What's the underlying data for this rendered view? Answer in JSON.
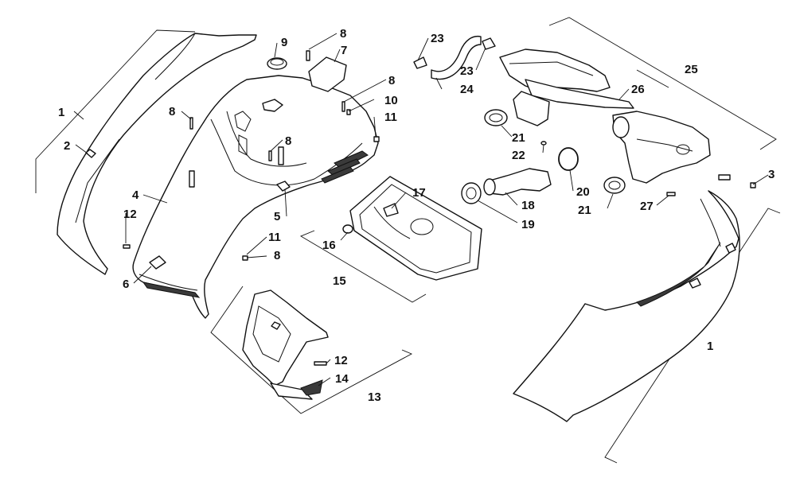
{
  "diagram": {
    "callouts": {
      "c1a": "1",
      "c1b": "1",
      "c2": "2",
      "c3": "3",
      "c4": "4",
      "c5": "5",
      "c6": "6",
      "c7": "7",
      "c8a": "8",
      "c8b": "8",
      "c8c": "8",
      "c8d": "8",
      "c8e": "8",
      "c9": "9",
      "c10": "10",
      "c11a": "11",
      "c11b": "11",
      "c12a": "12",
      "c12b": "12",
      "c13": "13",
      "c14": "14",
      "c15": "15",
      "c16": "16",
      "c17": "17",
      "c18": "18",
      "c19": "19",
      "c20": "20",
      "c21a": "21",
      "c21b": "21",
      "c22": "22",
      "c23a": "23",
      "c23b": "23",
      "c24": "24",
      "c25": "25",
      "c26": "26",
      "c27": "27"
    }
  }
}
